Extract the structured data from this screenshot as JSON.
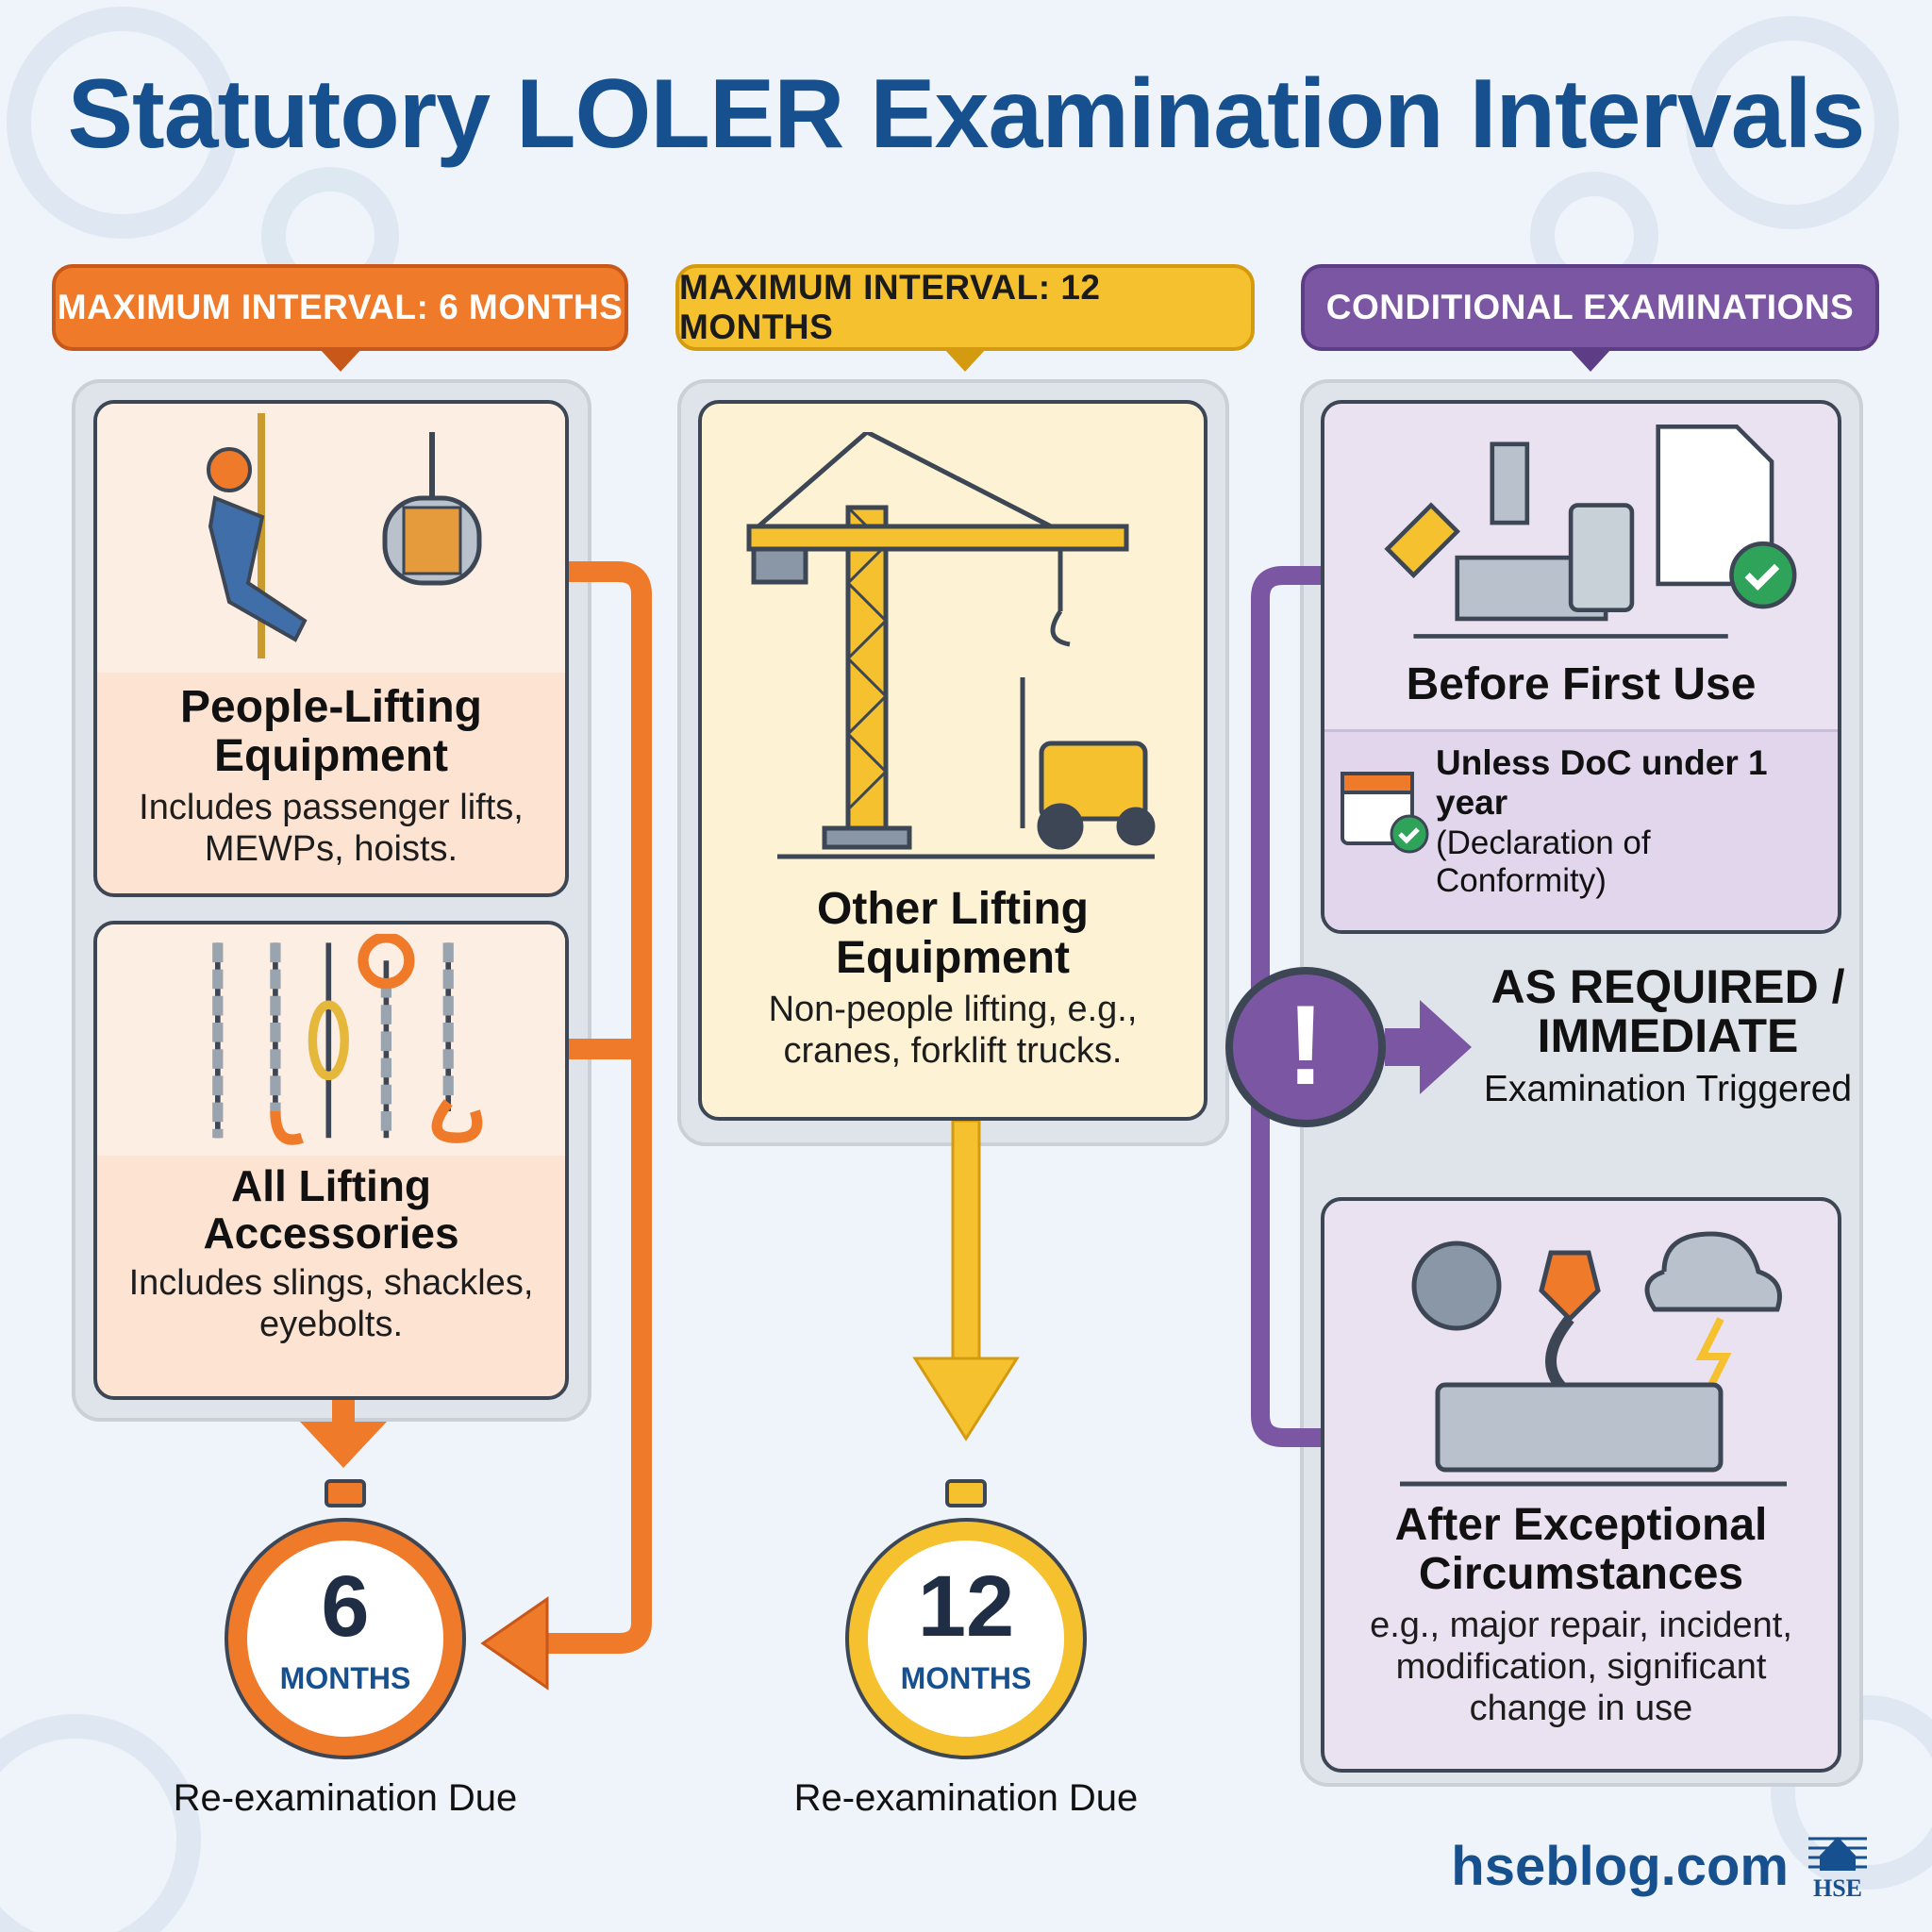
{
  "title": "Statutory LOLER Examination Intervals",
  "columns": [
    {
      "header": "MAXIMUM INTERVAL: 6 MONTHS",
      "color": "#ee7a2a",
      "cards": [
        {
          "title": "People-Lifting Equipment",
          "subtitle": "Includes passenger lifts, MEWPs, hoists."
        },
        {
          "title": "All Lifting Accessories",
          "subtitle": "Includes slings, shackles, eyebolts."
        }
      ],
      "timer": {
        "value": "6",
        "unit": "MONTHS"
      },
      "due": "Re-examination Due"
    },
    {
      "header": "MAXIMUM INTERVAL: 12 MONTHS",
      "color": "#f5c12e",
      "cards": [
        {
          "title": "Other Lifting Equipment",
          "subtitle": "Non-people lifting, e.g., cranes, forklift trucks."
        }
      ],
      "timer": {
        "value": "12",
        "unit": "MONTHS"
      },
      "due": "Re-examination Due"
    },
    {
      "header": "CONDITIONAL EXAMINATIONS",
      "color": "#7b56a3",
      "cards": [
        {
          "title": "Before First Use",
          "note_bold": "Unless DoC under 1 year",
          "note": "(Declaration of Conformity)"
        },
        {
          "title": "After Exceptional Circumstances",
          "subtitle": "e.g., major repair, incident, modification, significant change in use"
        }
      ],
      "trigger": {
        "title": "AS REQUIRED / IMMEDIATE",
        "subtitle": "Examination Triggered"
      }
    }
  ],
  "footer": {
    "site": "hseblog.com",
    "logo_text": "HSE"
  },
  "colors": {
    "title": "#17508f",
    "orange": "#ee7a2a",
    "yellow": "#f5c12e",
    "purple": "#7b56a3",
    "dark": "#3c4654"
  }
}
